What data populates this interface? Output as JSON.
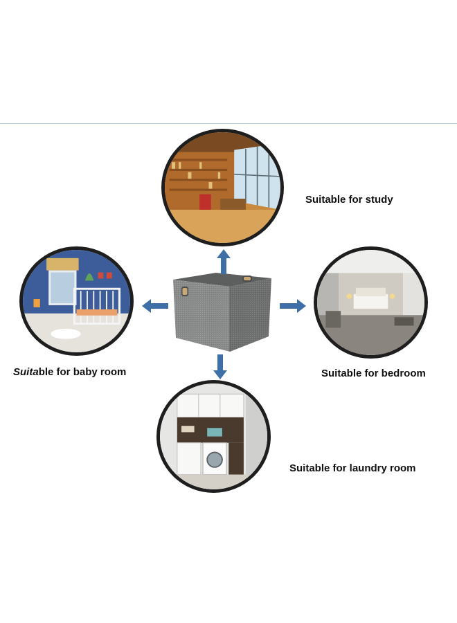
{
  "labels": {
    "study": "Suitable for study",
    "baby_italic": "Suita",
    "baby_rest": "ble for baby room",
    "bedroom": "Suitable for bedroom",
    "laundry": "Suitable for laundry room"
  },
  "colors": {
    "arrow": "#3e6fa6",
    "circle_border": "#1e1e1e",
    "box_fabric": "#8a8c8b",
    "rule": "#b9cbd6"
  },
  "icons": {
    "arrows": [
      "arrow-up-icon",
      "arrow-left-icon",
      "arrow-right-icon",
      "arrow-down-icon"
    ]
  }
}
